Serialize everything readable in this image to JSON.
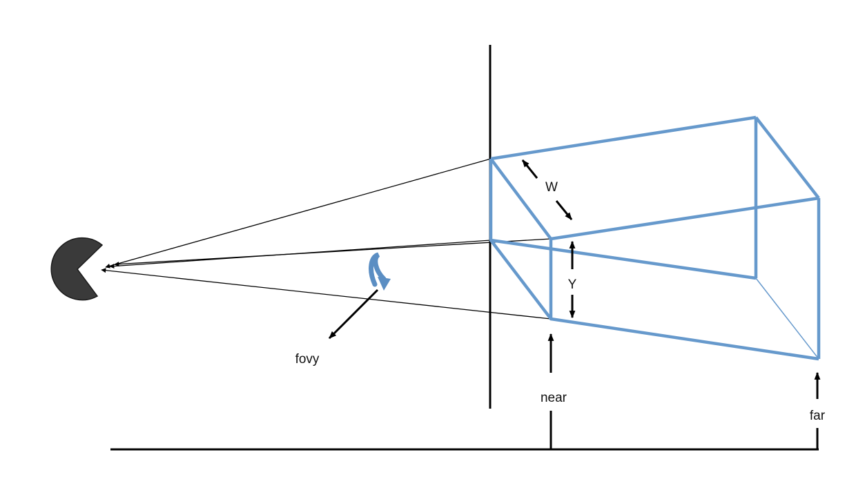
{
  "labels": {
    "w": "W",
    "y": "Y",
    "fovy": "fovy",
    "near": "near",
    "far": "far"
  },
  "colors": {
    "frustum": "#6699cc",
    "rotation_arrow": "#5b8ec3",
    "eye": "#3a3a3a",
    "lines": "#000000"
  },
  "icons": {
    "eye": "pacman-eye-icon",
    "rotation": "rotation-arrow-icon"
  }
}
